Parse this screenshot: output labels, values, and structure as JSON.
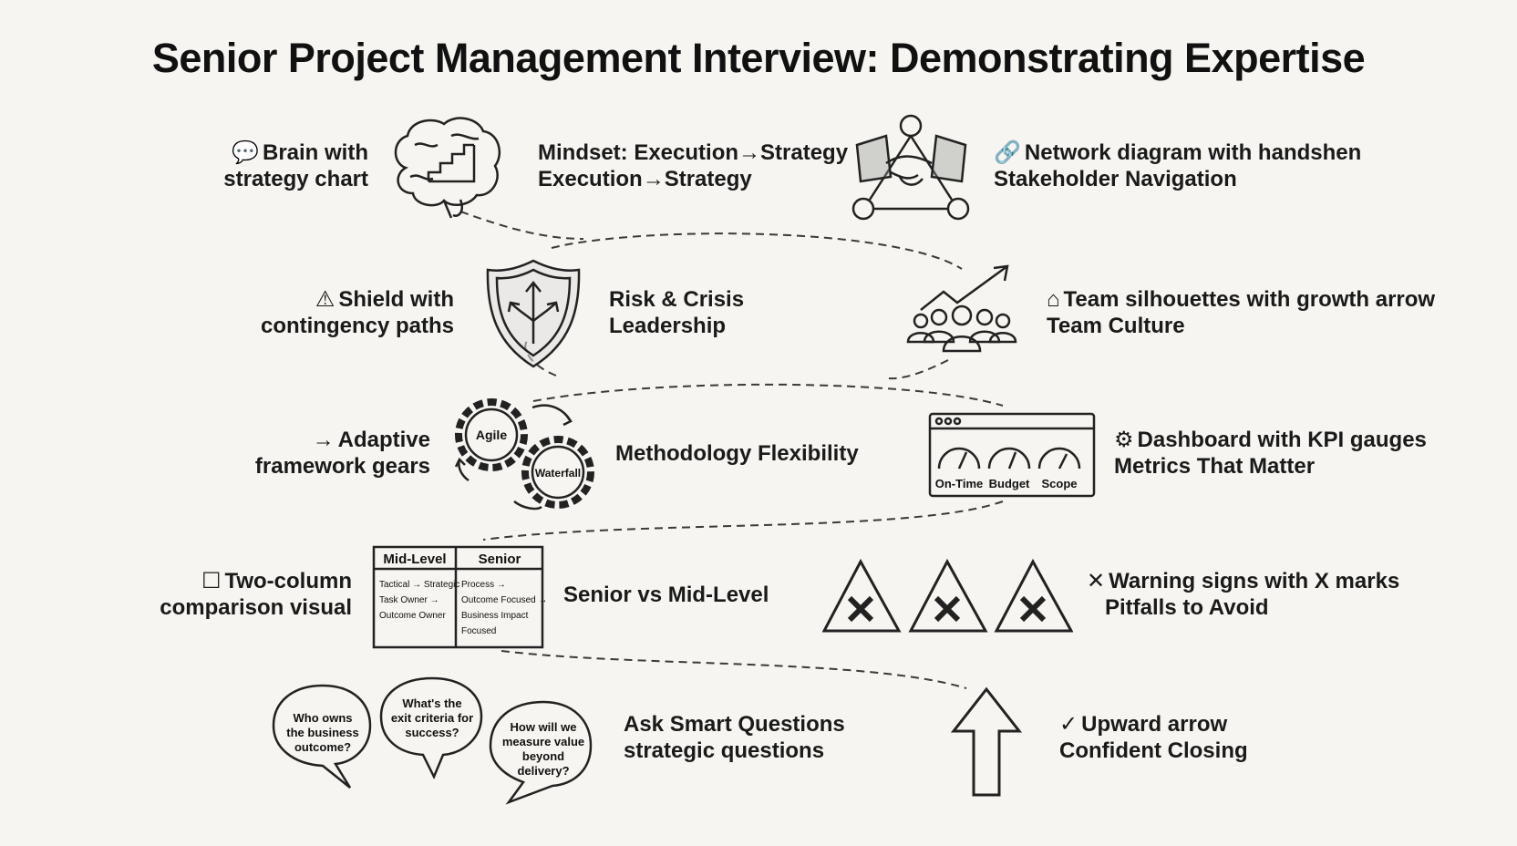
{
  "title": "Senior Project Management Interview: Demonstrating Expertise",
  "items": [
    {
      "icon_name": "brain-icon",
      "prefix": "💬",
      "caption": [
        "Brain with",
        "strategy chart"
      ],
      "label": [
        "Mindset: Execution→Strategy",
        "Execution→Strategy"
      ]
    },
    {
      "icon_name": "handshake-network-icon",
      "prefix": "🔗",
      "caption": [
        "Network diagram with handshen"
      ],
      "label": [
        "Stakeholder Navigation"
      ]
    },
    {
      "icon_name": "shield-icon",
      "prefix": "⚠",
      "caption": [
        "Shield with",
        "contingency paths"
      ],
      "label": [
        "Risk & Crisis",
        "Leadership"
      ]
    },
    {
      "icon_name": "team-growth-icon",
      "prefix": "⌂",
      "caption": [
        "Team silhouettes with growth arrow"
      ],
      "label": [
        "Team Culture"
      ]
    },
    {
      "icon_name": "gears-icon",
      "prefix": "→",
      "caption": [
        "Adaptive",
        "framework gears"
      ],
      "label": [
        "Methodology Flexibility"
      ],
      "gear_labels": [
        "Agile",
        "Waterfall"
      ]
    },
    {
      "icon_name": "dashboard-icon",
      "prefix": "⚙",
      "caption": [
        "Dashboard with KPI gauges"
      ],
      "label": [
        "Metrics That Matter"
      ],
      "gauges": [
        "On-Time",
        "Budget",
        "Scope"
      ]
    },
    {
      "icon_name": "comparison-table-icon",
      "prefix": "☐",
      "caption": [
        "Two-column",
        "comparison visual"
      ],
      "label": [
        "Senior vs Mid-Level"
      ],
      "table": {
        "headers": [
          "Mid-Level",
          "Senior"
        ],
        "left": [
          "Tactical → Strategic",
          "Task Owner →",
          "Outcome Owner"
        ],
        "right": [
          "Process →",
          "Outcome Focused →",
          "Business Impact",
          "Focused"
        ]
      }
    },
    {
      "icon_name": "warning-sign-icon",
      "prefix": "✕",
      "caption": [
        "Warning signs with X marks"
      ],
      "label": [
        "Pitfalls to Avoid"
      ]
    },
    {
      "icon_name": "speech-bubbles-icon",
      "prefix": "",
      "caption": [],
      "label": [
        "Ask Smart Questions",
        "strategic questions"
      ],
      "bubbles": [
        [
          "Who owns",
          "the business",
          "outcome?"
        ],
        [
          "What's the",
          "exit criteria for",
          "success?"
        ],
        [
          "How will we",
          "measure value",
          "beyond",
          "delivery?"
        ]
      ]
    },
    {
      "icon_name": "upward-arrow-icon",
      "prefix": "✓",
      "caption": [
        "Upward arrow"
      ],
      "label": [
        "Confident Closing"
      ]
    }
  ]
}
